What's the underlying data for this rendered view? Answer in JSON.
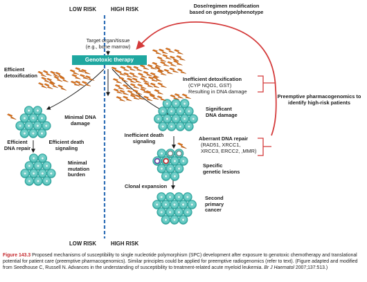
{
  "risk": {
    "low": "LOW RISK",
    "high": "HIGH RISK"
  },
  "header": {
    "dose": "Dose/regimen modification based on genotype/phenotype"
  },
  "target": {
    "line1": "Target organ/tissue",
    "line2": "(e.g., bone marrow)"
  },
  "therapy": "Genotoxic therapy",
  "left": {
    "detox": "Efficient detoxification",
    "min_damage": "Minimal DNA damage",
    "dna_repair": "Efficient DNA repair",
    "death": "Efficient death signaling",
    "mutation": "Minimal mutation burden"
  },
  "right": {
    "inefficient_detox": "Inefficient detoxification",
    "detox_genes": "(CYP NQO1, GST)",
    "detox_result": "Resulting in DNA damage",
    "sig_damage": "Significant DNA damage",
    "inefficient_death": "Inefficient death signaling",
    "aberrant_repair": "Aberrant DNA repair",
    "repair_genes_1": "(RAD51, XRCC1,",
    "repair_genes_2": "XRCC3, ERCC2, ,MMR)",
    "specific": "Specific genetic lesions",
    "clonal": "Clonal expansion",
    "second": "Second primary cancer"
  },
  "preemptive": "Preemptive pharmacogenomics to identify high-risk patients",
  "caption": {
    "figure_label": "Figure 143.3",
    "text": "Proposed mechanisms of susceptibility to single nucleotide polymorphism (SPC) development after exposure to genotoxic chemotherapy and translational potential for patient care (preemptive pharmacogenomics). Similar principles could be applied for preemptive radiogenomics (refer to text). (Figure adapted and modified from Seedhouse C, Russell N. Advances in the understanding of susceptibility to treatment-related acute myeloid leukemia.",
    "journal": "Br J Haematol",
    "citation": "2007;137:513.)"
  },
  "colors": {
    "teal": "#1ea7a0",
    "cell": "#5cc7c0",
    "cell_dark": "#2c9e97",
    "bolt": "#e2761c",
    "arrow_red": "#d43a3a",
    "divider": "#2f6fb6",
    "caption_red": "#c3262b"
  }
}
